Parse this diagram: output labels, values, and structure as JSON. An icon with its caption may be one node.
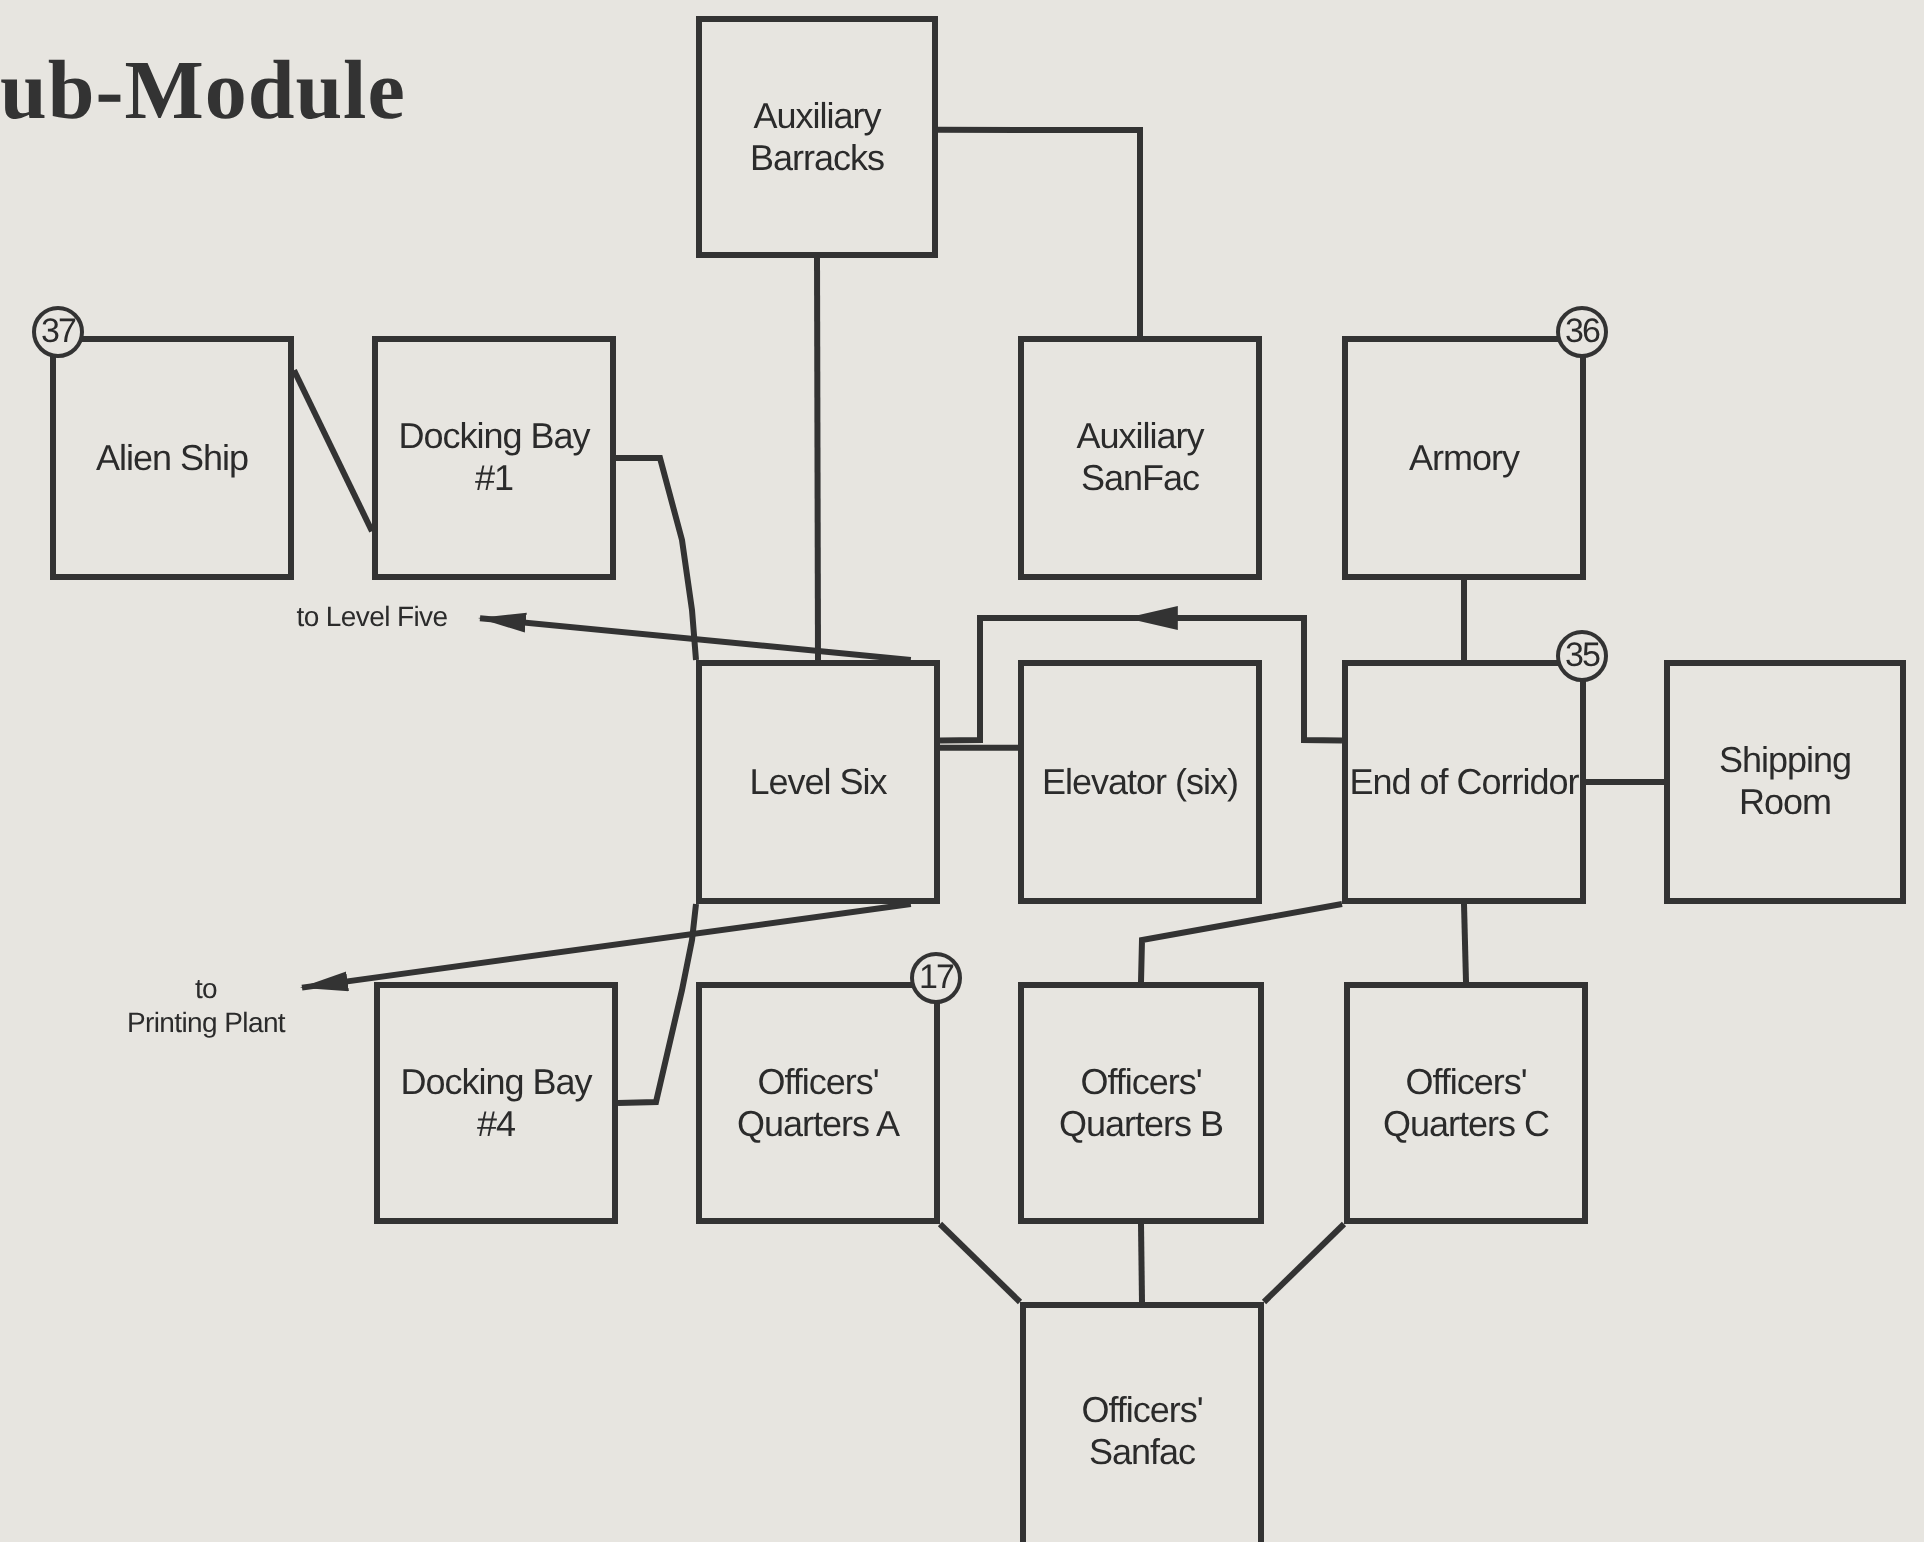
{
  "diagram": {
    "title": "ub-Module",
    "nodes": [
      {
        "text": [
          "Auxiliary Barracks"
        ]
      },
      {
        "text": [
          "Alien Ship"
        ],
        "beside": [
          "37"
        ]
      },
      {
        "text": [
          "Docking Bay #1"
        ]
      },
      {
        "text": [
          "Auxiliary SanFac"
        ]
      },
      {
        "text": [
          "Armory"
        ],
        "beside": [
          "36"
        ]
      },
      {
        "text": [
          "Level Six"
        ]
      },
      {
        "text": [
          "Elevator (six)"
        ]
      },
      {
        "text": [
          "End of Corridor"
        ],
        "beside": [
          "35"
        ]
      },
      {
        "text": [
          "Shipping Room"
        ]
      },
      {
        "text": [
          "Docking Bay #4"
        ]
      },
      {
        "text": [
          "Officers' Quarters A"
        ],
        "beside": [
          "17"
        ]
      },
      {
        "text": [
          "Officers' Quarters B"
        ]
      },
      {
        "text": [
          "Officers' Quarters C"
        ]
      },
      {
        "text": [
          "Officers' Sanfac"
        ]
      },
      {
        "text": [
          "to Level Five"
        ]
      },
      {
        "text": [
          "to Printing Plant"
        ]
      }
    ],
    "edges": [
      {
        "from": 0,
        "to": 5,
        "arrow": "none"
      },
      {
        "from": 0,
        "to": 3,
        "arrow": "none"
      },
      {
        "from": 1,
        "to": 2,
        "arrow": "none"
      },
      {
        "from": 2,
        "to": 5,
        "arrow": "none"
      },
      {
        "from": 9,
        "to": 5,
        "arrow": "none"
      },
      {
        "from": 5,
        "to": 14,
        "arrow": "to"
      },
      {
        "from": 5,
        "to": 15,
        "arrow": "to"
      },
      {
        "from": 5,
        "to": 6,
        "arrow": "none"
      },
      {
        "from": 7,
        "to": 5,
        "arrow": "to"
      },
      {
        "from": 4,
        "to": 7,
        "arrow": "none"
      },
      {
        "from": 7,
        "to": 8,
        "arrow": "none"
      },
      {
        "from": 7,
        "to": 11,
        "arrow": "none"
      },
      {
        "from": 7,
        "to": 12,
        "arrow": "none"
      },
      {
        "from": 10,
        "to": 13,
        "arrow": "none"
      },
      {
        "from": 11,
        "to": 13,
        "arrow": "none"
      },
      {
        "from": 12,
        "to": 13,
        "arrow": "none"
      }
    ]
  }
}
